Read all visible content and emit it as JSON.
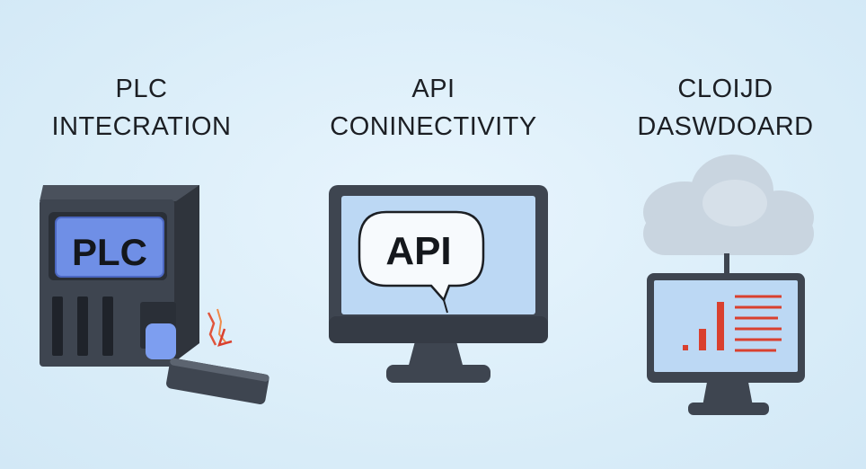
{
  "columns": [
    {
      "id": "plc",
      "title_line1": "PLC",
      "title_line2": "INTECRATION",
      "device_label": "PLC",
      "icon": "plc-cabinet-icon"
    },
    {
      "id": "api",
      "title_line1": "API",
      "title_line2": "CONINECTIVITY",
      "device_label": "API",
      "icon": "monitor-api-bubble-icon"
    },
    {
      "id": "cloud",
      "title_line1": "CLOIJD",
      "title_line2": "DASWDOARD",
      "icon": "cloud-dashboard-monitor-icon"
    }
  ],
  "colors": {
    "background": "#dceefa",
    "device_dark": "#3e4550",
    "screen_blue": "#6f8fe6",
    "screen_light": "#bcd8f4",
    "accent_red": "#d9402f",
    "cloud": "#c9d5e0"
  }
}
